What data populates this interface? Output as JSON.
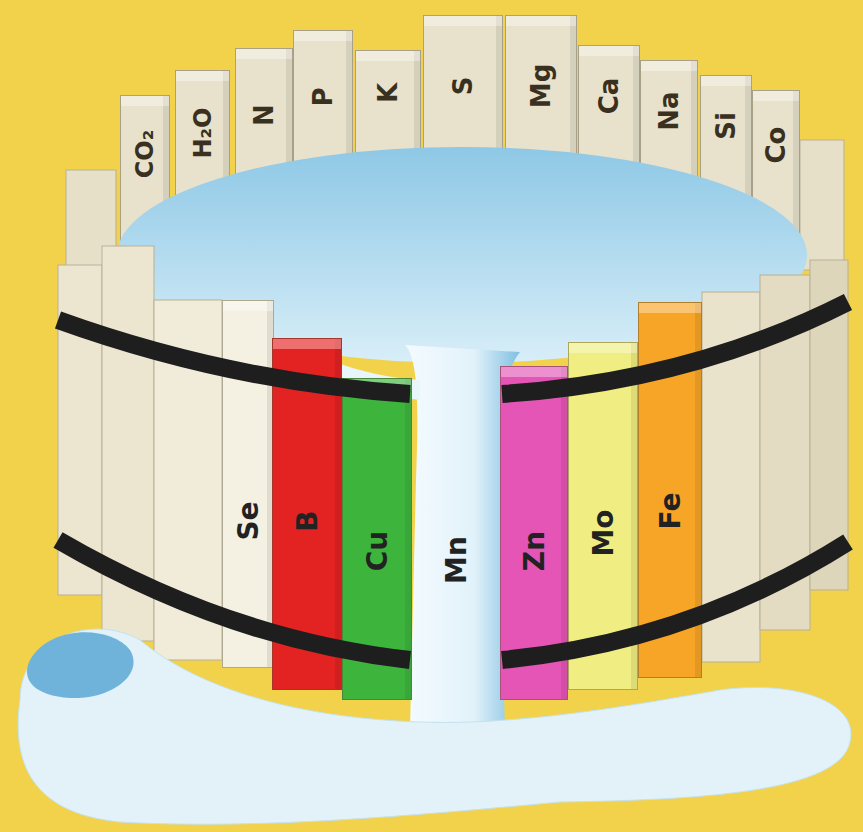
{
  "diagram": {
    "nodes": [
      {
        "text": [
          "CO₂"
        ]
      },
      {
        "text": [
          "H₂O"
        ]
      },
      {
        "text": [
          "N"
        ]
      },
      {
        "text": [
          "P"
        ]
      },
      {
        "text": [
          "K"
        ]
      },
      {
        "text": [
          "S"
        ]
      },
      {
        "text": [
          "Mg"
        ]
      },
      {
        "text": [
          "Ca"
        ]
      },
      {
        "text": [
          "Na"
        ]
      },
      {
        "text": [
          "Si"
        ]
      },
      {
        "text": [
          "Co"
        ]
      },
      {
        "text": [
          "Se"
        ]
      },
      {
        "text": [
          "B"
        ]
      },
      {
        "text": [
          "Cu"
        ]
      },
      {
        "text": [
          "Mn"
        ]
      },
      {
        "text": [
          "Zn"
        ]
      },
      {
        "text": [
          "Mo"
        ]
      },
      {
        "text": [
          "Fe"
        ]
      }
    ]
  }
}
